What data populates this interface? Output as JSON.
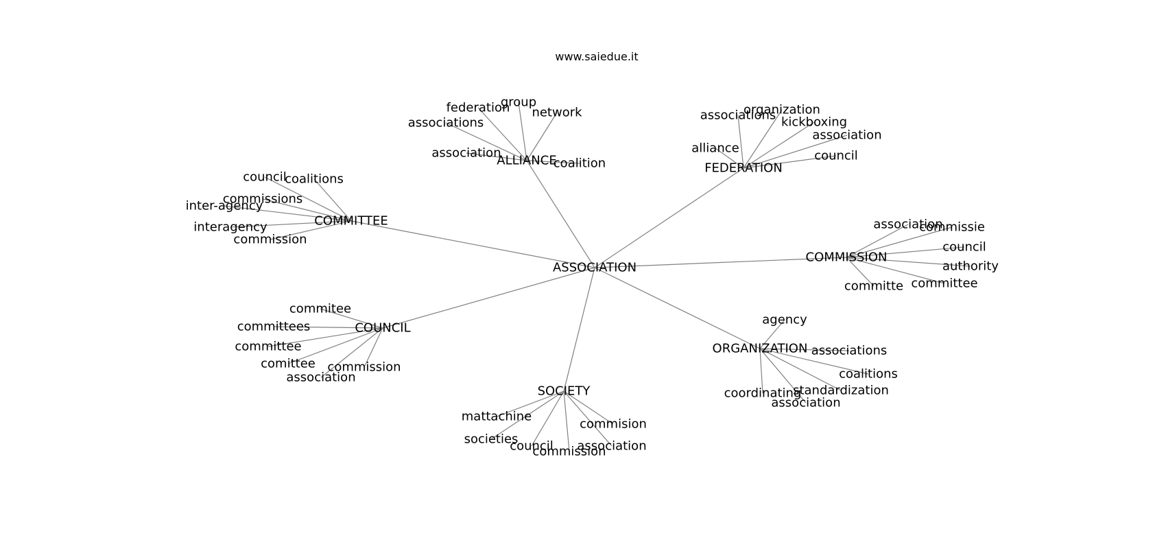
{
  "header": {
    "title": "www.saiedue.it"
  },
  "colors": {
    "edge": "#808080",
    "text": "#000000",
    "background": "#ffffff"
  },
  "graph": {
    "center": "ASSOCIATION",
    "hubs": [
      {
        "id": "alliance",
        "label": "ALLIANCE",
        "leaves": [
          "group",
          "federation",
          "network",
          "associations",
          "association",
          "coalition"
        ]
      },
      {
        "id": "federation",
        "label": "FEDERATION",
        "leaves": [
          "organization",
          "associations",
          "kickboxing",
          "association",
          "alliance",
          "council"
        ]
      },
      {
        "id": "committee",
        "label": "COMMITTEE",
        "leaves": [
          "council",
          "coalitions",
          "commissions",
          "inter-agency",
          "interagency",
          "commission"
        ]
      },
      {
        "id": "commission",
        "label": "COMMISSION",
        "leaves": [
          "association",
          "commissie",
          "council",
          "authority",
          "committee",
          "committe"
        ]
      },
      {
        "id": "council",
        "label": "COUNCIL",
        "leaves": [
          "commitee",
          "committees",
          "committee",
          "comittee",
          "commission",
          "association"
        ]
      },
      {
        "id": "organization",
        "label": "ORGANIZATION",
        "leaves": [
          "agency",
          "associations",
          "coalitions",
          "standardization",
          "coordinating",
          "association"
        ]
      },
      {
        "id": "society",
        "label": "SOCIETY",
        "leaves": [
          "mattachine",
          "commision",
          "societies",
          "council",
          "association",
          "commission"
        ]
      }
    ]
  }
}
